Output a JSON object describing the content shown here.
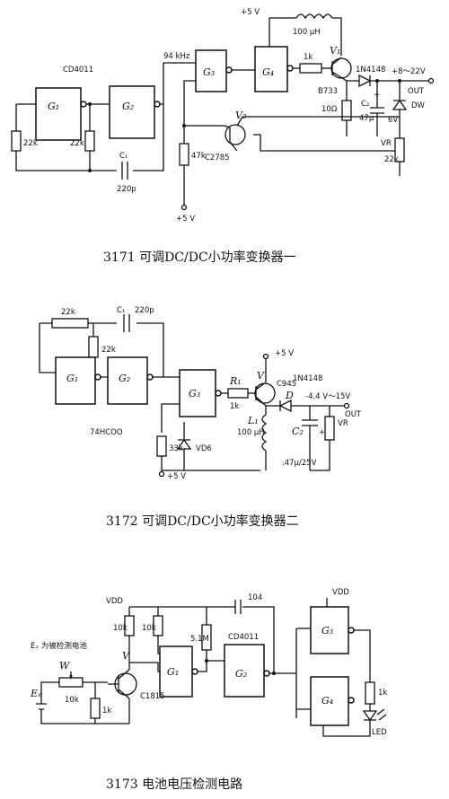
{
  "circuit1": {
    "ic_label": "CD4011",
    "gates": [
      "G₁",
      "G₂",
      "G₃",
      "G₄"
    ],
    "resistors": [
      "22k",
      "22k",
      "47k",
      "1k",
      "10Ω",
      "22k"
    ],
    "capacitors": [
      "C₁",
      "220p",
      "C₂",
      "47μ"
    ],
    "inductor": "100 μH",
    "freq": "94 kHz",
    "vcc_top": "+5 V",
    "vcc_bottom": "+5 V",
    "transistors": [
      "V₁",
      "B733",
      "V₂",
      "C2785"
    ],
    "diode": "1N4148",
    "zener": "DW",
    "zener_v": "6V",
    "pot": "VR",
    "output_voltage": "+8～22V",
    "output": "OUT",
    "caption": "3171 可调DC/DC小功率变换器一"
  },
  "circuit2": {
    "resistors": [
      "22k",
      "22k",
      "R₁",
      "1k",
      "33k"
    ],
    "capacitors": [
      "C₁",
      "220p",
      "C₂",
      ".47μ/25V"
    ],
    "gates": [
      "G₁",
      "G₂",
      "G₃"
    ],
    "ic_label": "74HCOO",
    "transistor": "V",
    "transistor_type": "C945",
    "inductor": "L₁",
    "inductor_val": "100 μH",
    "diode_label": "D",
    "diode": "1N4148",
    "vcc_top": "+5 V",
    "vcc_bottom": "+5 V",
    "zener": "VD6",
    "output_voltage": "-4.4 V～15V",
    "output": "OUT",
    "pot": "VR",
    "caption": "3172 可调DC/DC小功率变换器二"
  },
  "circuit3": {
    "vdd_left": "VDD",
    "vdd_right": "VDD",
    "resistors": [
      "10k",
      "10k",
      "5.1M",
      "10k",
      "1k",
      "1k"
    ],
    "capacitor": "104",
    "ic_label": "CD4011",
    "gates": [
      "G₁",
      "G₂",
      "G₃",
      "G₄"
    ],
    "ex_note": "Eₓ 为被检测电池",
    "pot": "W",
    "battery": "Eₓ",
    "transistor": "V",
    "transistor_type": "C1815",
    "led": "LED",
    "caption": "3173 电池电压检测电路"
  }
}
